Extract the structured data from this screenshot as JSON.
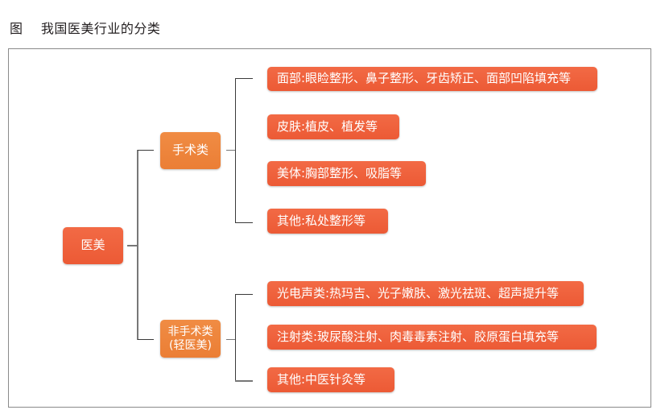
{
  "figure_title": "图    我国医美行业的分类",
  "colors": {
    "leaf": "#ef6340",
    "category": "#ee8540",
    "frame": "#8a8a8a"
  },
  "root": {
    "label": "医美"
  },
  "categories": [
    {
      "label": "手术类",
      "items": [
        "面部:眼睑整形、鼻子整形、牙齿矫正、面部凹陷填充等",
        "皮肤:植皮、植发等",
        "美体:胸部整形、吸脂等",
        "其他:私处整形等"
      ]
    },
    {
      "label_line1": "非手术类",
      "label_line2": "(轻医美)",
      "items": [
        "光电声类:热玛吉、光子嫩肤、激光祛斑、超声提升等",
        "注射类:玻尿酸注射、肉毒毒素注射、胶原蛋白填充等",
        "其他:中医针灸等"
      ]
    }
  ]
}
